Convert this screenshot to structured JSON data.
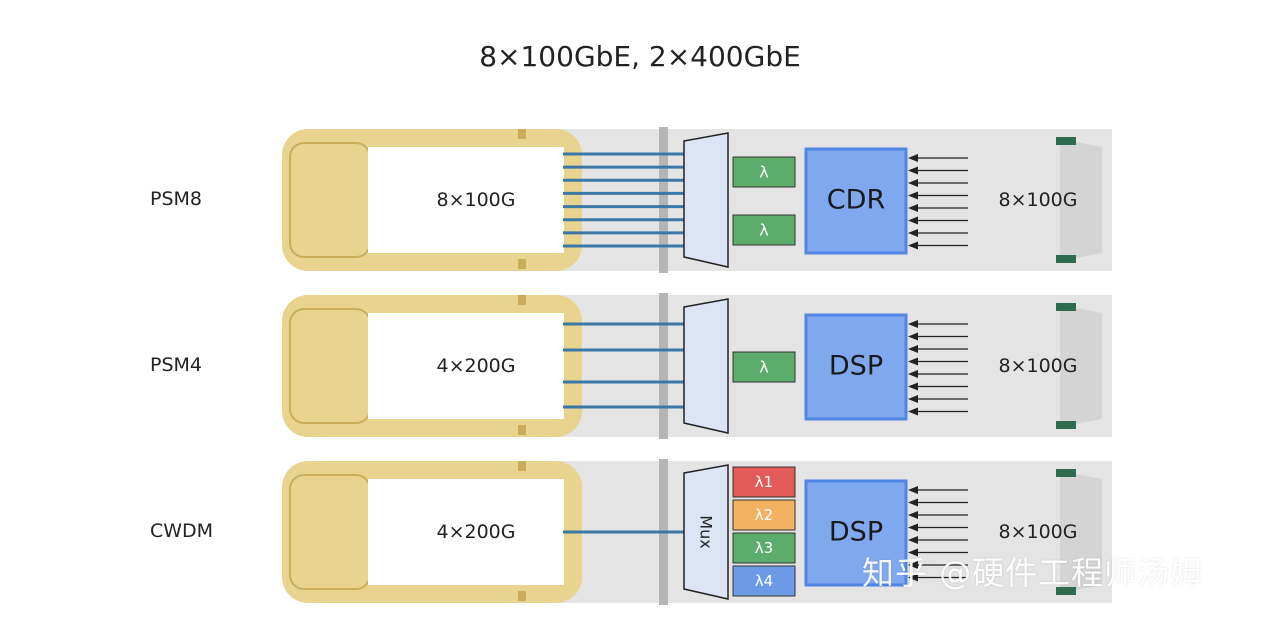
{
  "title": "8×100GbE, 2×400GbE",
  "colors": {
    "gold": "#e9d48f",
    "gold_dark": "#c9ad5a",
    "chip": "#7fa8ef",
    "chip_border": "#4f86e6",
    "lambda_green": "#5cad6c",
    "lambda_red": "#e35b58",
    "lambda_orange": "#f3b162",
    "lambda_blue": "#6c9ae6",
    "fiber": "#3a78a8",
    "body_gray": "#e4e4e4"
  },
  "rows": [
    {
      "label": "PSM8",
      "left_rate": "8×100G",
      "chip_label": "CDR",
      "right_rate": "8×100G",
      "fibers": 8,
      "mux_label": "",
      "lambdas": [
        "λ",
        "λ"
      ]
    },
    {
      "label": "PSM4",
      "left_rate": "4×200G",
      "chip_label": "DSP",
      "right_rate": "8×100G",
      "fibers": 4,
      "mux_label": "",
      "lambdas": [
        "λ"
      ]
    },
    {
      "label": "CWDM",
      "left_rate": "4×200G",
      "chip_label": "DSP",
      "right_rate": "8×100G",
      "fibers": 1,
      "mux_label": "Mux",
      "lambdas": [
        "λ1",
        "λ2",
        "λ3",
        "λ4"
      ]
    }
  ],
  "watermark": "知乎 @硬件工程师汤姆"
}
